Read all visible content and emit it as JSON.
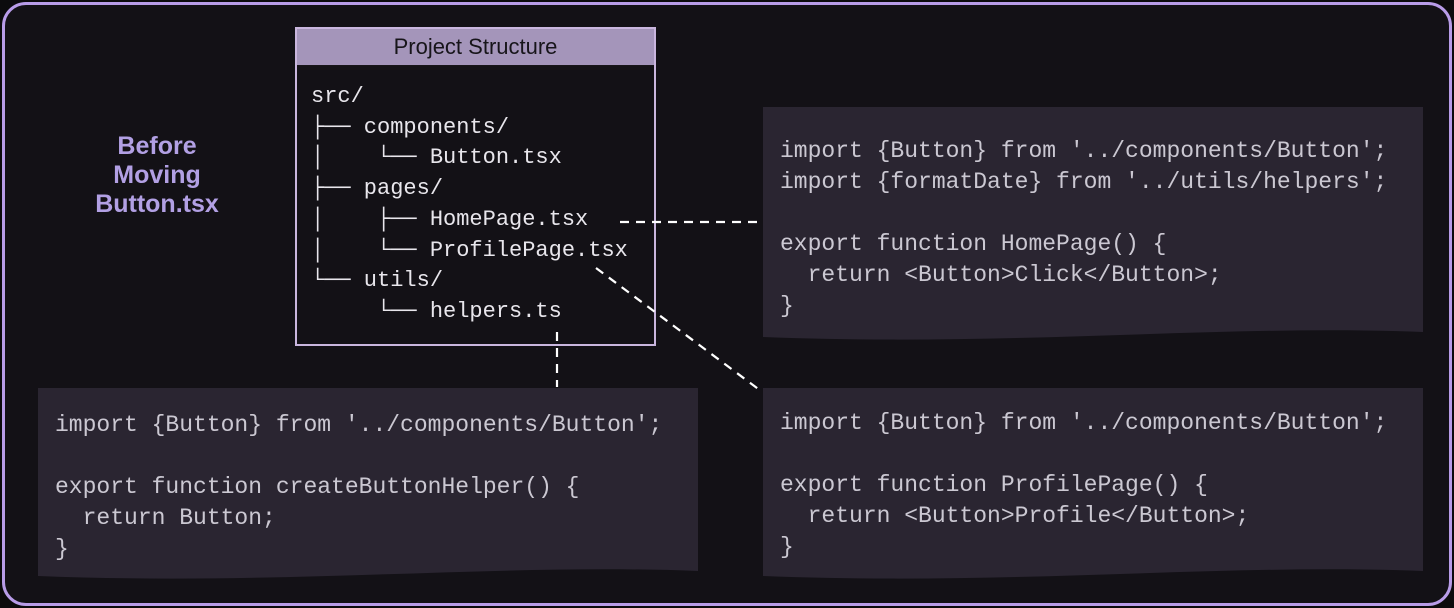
{
  "label": {
    "text": "Before\nMoving\nButton.tsx",
    "color": "#b2a0e4"
  },
  "project_box": {
    "title": "Project Structure",
    "tree": "src/\n├── components/\n│    └── Button.tsx\n├── pages/\n│    ├── HomePage.tsx\n│    └── ProfilePage.tsx\n└── utils/\n     └── helpers.ts"
  },
  "code_blocks": {
    "homepage": {
      "file": "HomePage.tsx",
      "code": "import {Button} from '../components/Button';\nimport {formatDate} from '../utils/helpers';\n\nexport function HomePage() {\n  return <Button>Click</Button>;\n}"
    },
    "helpers": {
      "file": "helpers.ts",
      "code": "import {Button} from '../components/Button';\n\nexport function createButtonHelper() {\n  return Button;\n}"
    },
    "profilepage": {
      "file": "ProfilePage.tsx",
      "code": "import {Button} from '../components/Button';\n\nexport function ProfilePage() {\n  return <Button>Profile</Button>;\n}"
    }
  },
  "colors": {
    "frame_border": "#b89ce8",
    "frame_background": "#131116",
    "project_box_border": "#c9b6de",
    "project_header_background": "#a495ba",
    "project_header_text": "#17151a",
    "tree_text": "#e8e6ec",
    "code_background": "#2a2531",
    "code_text": "#cbc8d2",
    "label_text": "#b2a0e4",
    "connector": "#ffffff"
  }
}
